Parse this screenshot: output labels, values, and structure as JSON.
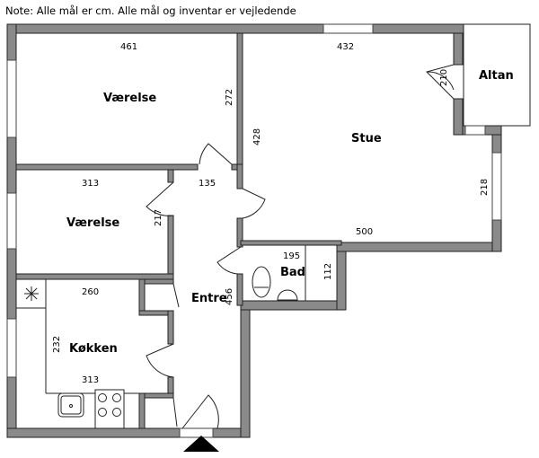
{
  "note": "Note: Alle mål er cm. Alle mål og inventar er vejledende",
  "rooms": {
    "vaerelse1": "Værelse",
    "vaerelse2": "Værelse",
    "stue": "Stue",
    "altan": "Altan",
    "entre": "Entre",
    "bad": "Bad",
    "koekken": "Køkken"
  },
  "dimensions": {
    "vaerelse1_width": "461",
    "vaerelse1_depth": "272",
    "stue_width": "432",
    "stue_depth": "428",
    "altan_depth": "210",
    "stue_side": "218",
    "stue_bottom": "500",
    "vaerelse2_width": "313",
    "vaerelse2_depth": "217",
    "entre_width": "135",
    "entre_length": "456",
    "bad_width": "195",
    "bad_depth": "112",
    "koekken_width_top": "260",
    "koekken_depth": "232",
    "koekken_width_bottom": "313"
  }
}
